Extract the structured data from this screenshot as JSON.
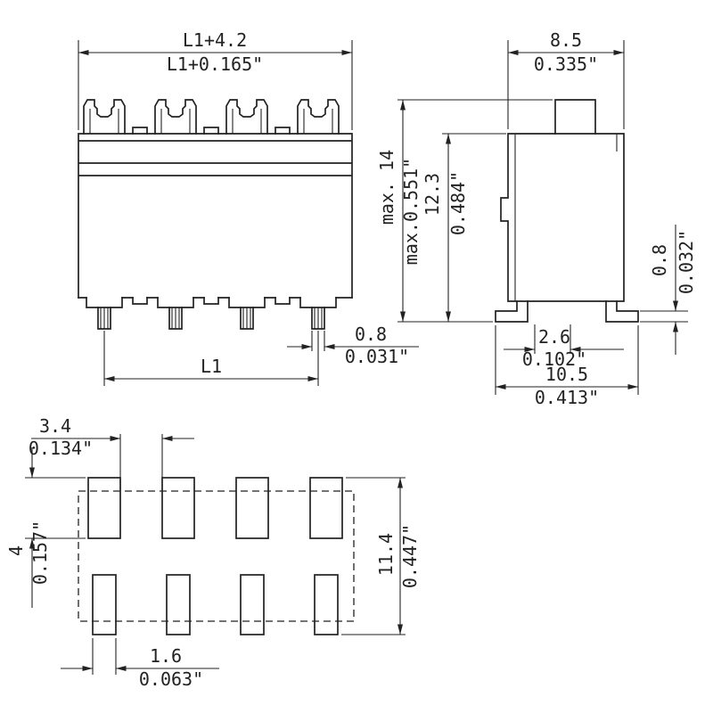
{
  "front_view": {
    "overall_mm": "L1+4.2",
    "overall_in": "L1+0.165\"",
    "l1": "L1",
    "pin_w_mm": "0.8",
    "pin_w_in": "0.031\""
  },
  "side_view": {
    "depth_mm": "8.5",
    "depth_in": "0.335\"",
    "maxh_mm": "max. 14",
    "maxh_in": "max.0.551\"",
    "h_mm": "12.3",
    "h_in": "0.484\"",
    "foot_t_mm": "0.8",
    "foot_t_in": "0.032\"",
    "foot_l_mm": "2.6",
    "foot_l_in": "0.102\"",
    "total_mm": "10.5",
    "total_in": "0.413\""
  },
  "footprint_view": {
    "gap_mm": "3.4",
    "gap_in": "0.134\"",
    "padlen_mm": "4",
    "padlen_in": "0.157\"",
    "span_mm": "11.4",
    "span_in": "0.447\"",
    "padw_mm": "1.6",
    "padw_in": "0.063\""
  }
}
